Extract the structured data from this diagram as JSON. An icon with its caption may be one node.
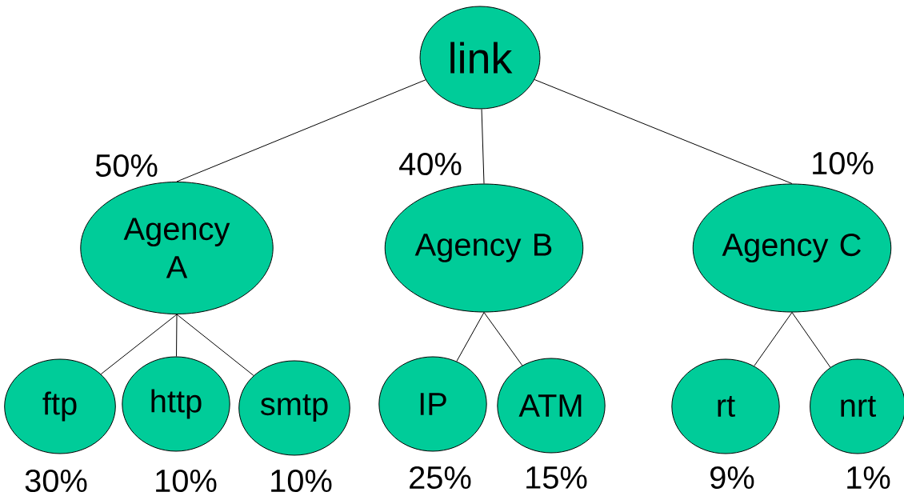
{
  "diagram": {
    "nodes": [
      {
        "text": [
          "link"
        ]
      },
      {
        "text": [
          "Agency A"
        ],
        "beside": [
          "50%"
        ]
      },
      {
        "text": [
          "Agency B"
        ],
        "beside": [
          "40%"
        ]
      },
      {
        "text": [
          "Agency C"
        ],
        "beside": [
          "10%"
        ]
      },
      {
        "text": [
          "ftp"
        ],
        "beside": [
          "30%"
        ]
      },
      {
        "text": [
          "http"
        ],
        "beside": [
          "10%"
        ]
      },
      {
        "text": [
          "smtp"
        ],
        "beside": [
          "10%"
        ]
      },
      {
        "text": [
          "IP"
        ],
        "beside": [
          "25%"
        ]
      },
      {
        "text": [
          "ATM"
        ],
        "beside": [
          "15%"
        ]
      },
      {
        "text": [
          "rt"
        ],
        "beside": [
          "9%"
        ]
      },
      {
        "text": [
          "nrt"
        ],
        "beside": [
          "1%"
        ]
      }
    ],
    "edges": [
      {
        "from": 0,
        "to": 1,
        "arrow": "none"
      },
      {
        "from": 0,
        "to": 2,
        "arrow": "none"
      },
      {
        "from": 0,
        "to": 3,
        "arrow": "none"
      },
      {
        "from": 1,
        "to": 4,
        "arrow": "none"
      },
      {
        "from": 1,
        "to": 5,
        "arrow": "none"
      },
      {
        "from": 1,
        "to": 6,
        "arrow": "none"
      },
      {
        "from": 2,
        "to": 7,
        "arrow": "none"
      },
      {
        "from": 2,
        "to": 8,
        "arrow": "none"
      },
      {
        "from": 3,
        "to": 9,
        "arrow": "none"
      },
      {
        "from": 3,
        "to": 10,
        "arrow": "none"
      }
    ]
  }
}
